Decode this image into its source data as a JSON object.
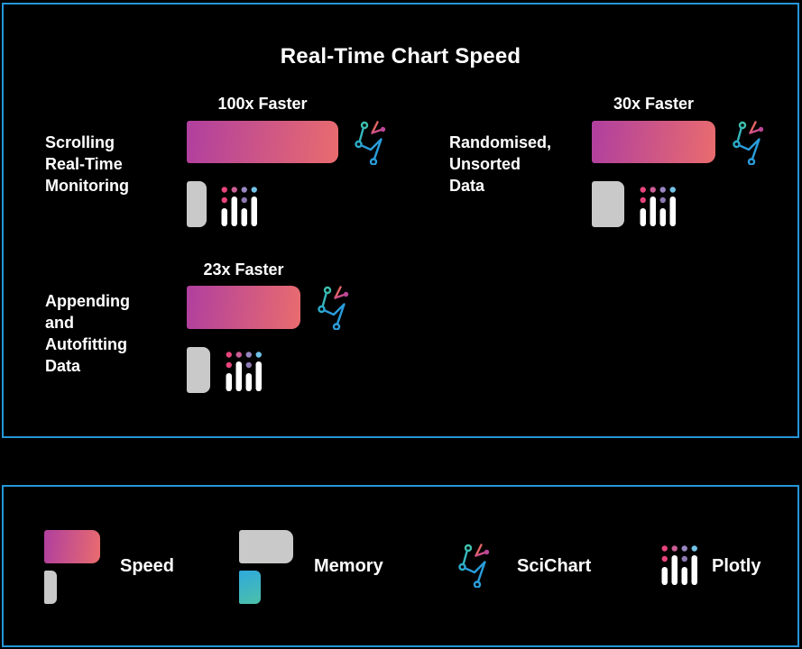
{
  "title": "Real-Time Chart Speed",
  "groups": [
    {
      "label": "Scrolling\nReal-Time\nMonitoring",
      "speed_label": "100x Faster"
    },
    {
      "label": "Randomised,\nUnsorted\nData",
      "speed_label": "30x Faster"
    },
    {
      "label": "Appending\nand\nAutofitting\nData",
      "speed_label": "23x Faster"
    }
  ],
  "legend": {
    "speed_label": "Speed",
    "memory_label": "Memory",
    "scichart_label": "SciChart",
    "plotly_label": "Plotly"
  },
  "colors": {
    "background": "#000000",
    "panel_border": "#2596d8",
    "speed_gradient_start": "#b03f9f",
    "speed_gradient_end": "#e96c6e",
    "memory_gray": "#c9c9c9",
    "memory_gradient_start": "#2fa9dd",
    "memory_gradient_end": "#4cc0a8",
    "text": "#ffffff"
  },
  "chart_data": {
    "type": "bar",
    "orientation": "horizontal",
    "title": "Real-Time Chart Speed",
    "categories": [
      "Scrolling Real-Time Monitoring",
      "Randomised, Unsorted Data",
      "Appending and Autofitting Data"
    ],
    "series": [
      {
        "name": "Speed (SciChart vs Plotly)",
        "unit": "x faster",
        "values": [
          100,
          30,
          23
        ],
        "labels": [
          "100x Faster",
          "30x Faster",
          "23x Faster"
        ]
      },
      {
        "name": "Memory (gray bar, relative width px)",
        "values": [
          22,
          36,
          26
        ]
      }
    ],
    "legend_entries": [
      "Speed",
      "Memory",
      "SciChart",
      "Plotly"
    ],
    "grid": false,
    "legend_position": "bottom panel"
  }
}
